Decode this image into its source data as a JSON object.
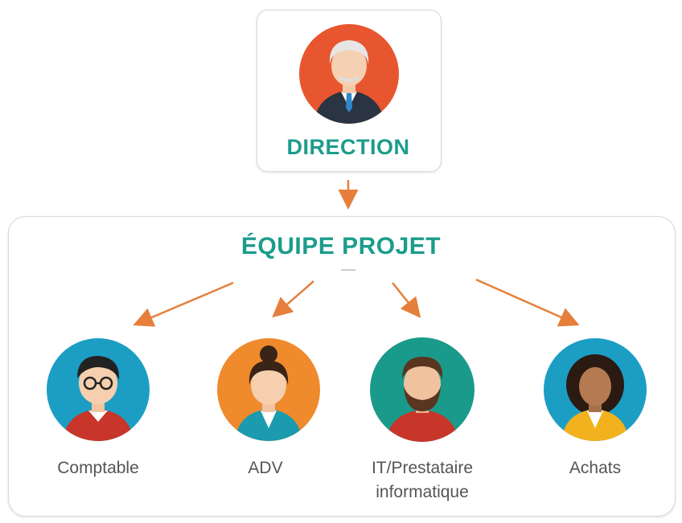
{
  "direction": {
    "title": "DIRECTION"
  },
  "team": {
    "title": "ÉQUIPE PROJET",
    "members": [
      {
        "label": "Comptable"
      },
      {
        "label": "ADV"
      },
      {
        "label": "IT/Prestataire informatique"
      },
      {
        "label": "Achats"
      }
    ]
  },
  "colors": {
    "accent": "#1c9c8b",
    "arrow": "#e57f3b",
    "direction_bg": "#e8562f",
    "comptable_bg": "#1c9ec4",
    "adv_bg": "#ef8a2d",
    "it_bg": "#1a9a8a",
    "achats_bg": "#1c9ec4"
  }
}
